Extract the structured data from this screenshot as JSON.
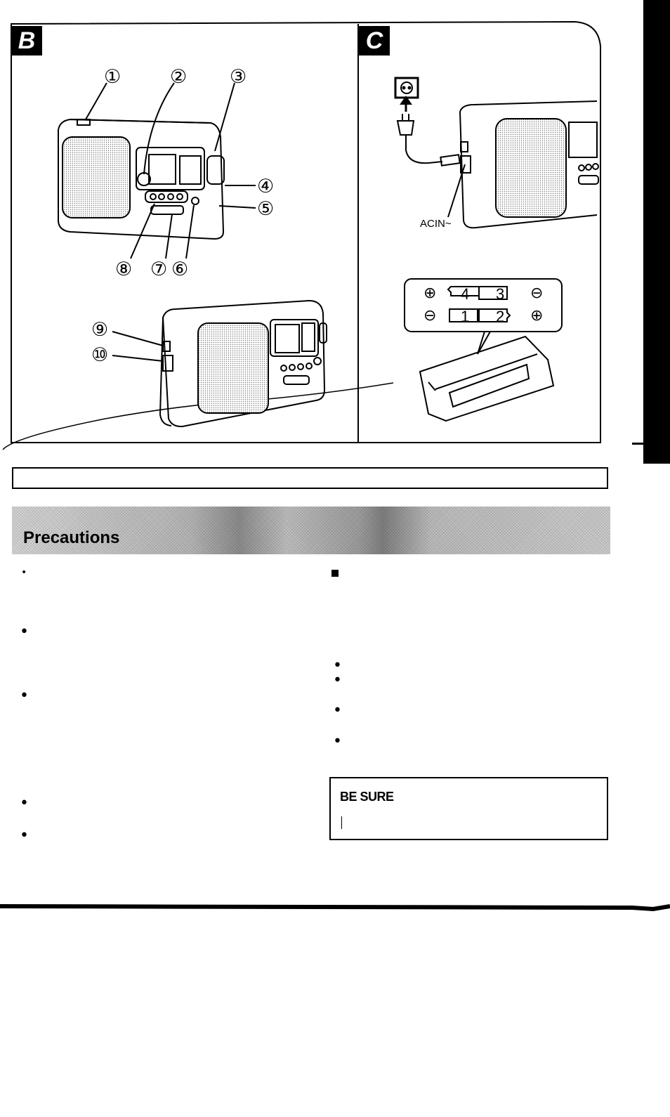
{
  "panels": {
    "b": {
      "label": "B",
      "callouts": [
        "①",
        "②",
        "③",
        "④",
        "⑤",
        "⑥",
        "⑦",
        "⑧",
        "⑨",
        "⑩"
      ]
    },
    "c": {
      "label": "C",
      "socket_label": "ACIN~",
      "battery_numbers": [
        "4",
        "3",
        "1",
        "2"
      ],
      "polarity_symbols": [
        "⊕",
        "⊖",
        "⊖",
        "⊕"
      ]
    }
  },
  "precautions": {
    "title": "Precautions",
    "be_sure_title": "BE SURE"
  },
  "colors": {
    "ink": "#000000",
    "paper": "#ffffff"
  }
}
